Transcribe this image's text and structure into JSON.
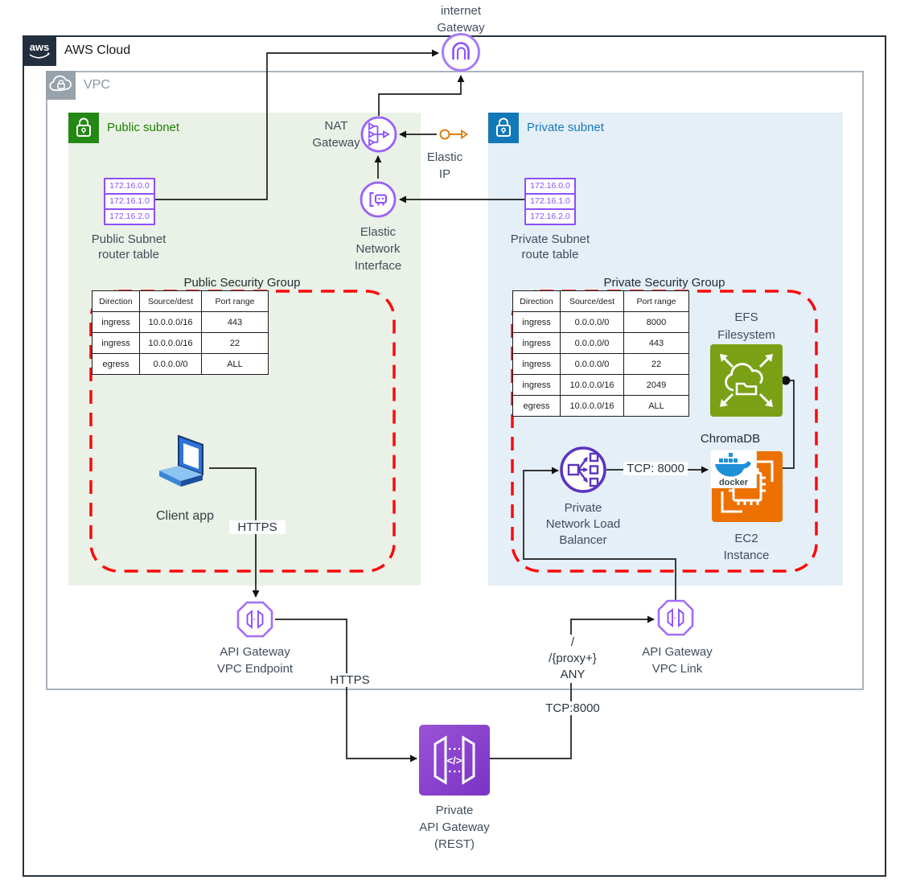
{
  "containers": {
    "aws_cloud": {
      "label": "AWS Cloud"
    },
    "vpc": {
      "label": "VPC"
    },
    "public_subnet": {
      "label": "Public subnet",
      "route_entries": [
        "172.16.0.0",
        "172.16.1.0",
        "172.16.2.0"
      ],
      "route_table_label": [
        "Public Subnet",
        "router table"
      ]
    },
    "private_subnet": {
      "label": "Private subnet",
      "route_entries": [
        "172.16.0.0",
        "172.16.1.0",
        "172.16.2.0"
      ],
      "route_table_label": [
        "Private Subnet",
        "route table"
      ]
    }
  },
  "security_groups": {
    "public": {
      "title": "Public Security Group",
      "headers": [
        "Direction",
        "Source/dest",
        "Port range"
      ],
      "rows": [
        [
          "ingress",
          "10.0.0.0/16",
          "443"
        ],
        [
          "ingress",
          "10.0.0.0/16",
          "22"
        ],
        [
          "egress",
          "0.0.0.0/0",
          "ALL"
        ]
      ]
    },
    "private": {
      "title": "Private Security Group",
      "headers": [
        "Direction",
        "Source/dest",
        "Port range"
      ],
      "rows": [
        [
          "ingress",
          "0.0.0.0/0",
          "8000"
        ],
        [
          "ingress",
          "0.0.0.0/0",
          "443"
        ],
        [
          "ingress",
          "0.0.0.0/0",
          "22"
        ],
        [
          "ingress",
          "10.0.0.0/16",
          "2049"
        ],
        [
          "egress",
          "10.0.0.0/16",
          "ALL"
        ]
      ]
    }
  },
  "nodes": {
    "internet_gateway": {
      "lines": [
        "internet",
        "Gateway"
      ]
    },
    "nat_gateway": {
      "lines": [
        "NAT",
        "Gateway"
      ]
    },
    "elastic_ip": {
      "lines": [
        "Elastic",
        "IP"
      ]
    },
    "eni": {
      "lines": [
        "Elastic",
        "Network",
        "Interface"
      ]
    },
    "client_app": {
      "label": "Client app"
    },
    "api_gw_endpoint": {
      "lines": [
        "API Gateway",
        "VPC Endpoint"
      ]
    },
    "api_gw_link": {
      "lines": [
        "API Gateway",
        "VPC Link"
      ]
    },
    "private_api_gw": {
      "lines": [
        "Private",
        "API Gateway",
        "(REST)"
      ]
    },
    "nlb": {
      "lines": [
        "Private",
        "Network Load",
        "Balancer"
      ]
    },
    "efs": {
      "lines": [
        "EFS",
        "Filesystem"
      ]
    },
    "chromadb": {
      "label": "ChromaDB"
    },
    "ec2": {
      "lines": [
        "EC2",
        "Instance"
      ]
    }
  },
  "edge_labels": {
    "https_client": "HTTPS",
    "https_south": "HTTPS",
    "tcp_nlb": "TCP: 8000",
    "tcp_south": "TCP:8000",
    "proxy_lines": [
      "/",
      "/{proxy+}",
      "ANY"
    ]
  },
  "icon_text": {
    "aws_logo": "aws",
    "docker": "docker",
    "code": "</>"
  },
  "colors": {
    "purple": "#8C4FFF",
    "purple_light": "#A36BFA",
    "indigo_nlb": "#5B34BF",
    "green_subnet": "#248814",
    "green_efs": "#7AA116",
    "blue_subnet": "#1378B8",
    "orange_ec2": "#ED7100",
    "orange_eip": "#E07C12",
    "red_sg_dash": "#FA0A0A",
    "navy": "#232F3E",
    "docker_blue": "#1D90D7"
  }
}
